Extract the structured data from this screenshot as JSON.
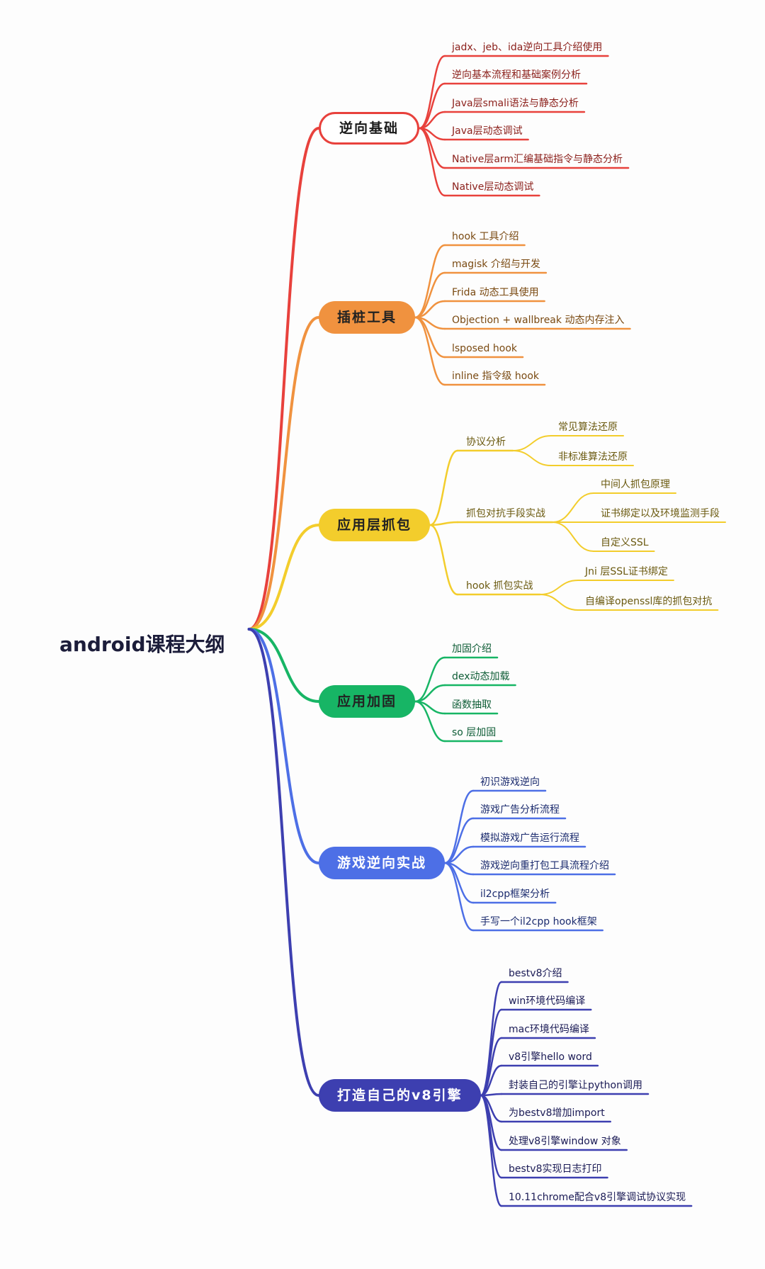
{
  "root": {
    "label": "android课程大纲"
  },
  "branches": [
    {
      "label": "逆向基础",
      "color": "#e8413c",
      "items": [
        "jadx、jeb、ida逆向工具介绍使用",
        "逆向基本流程和基础案例分析",
        "Java层smali语法与静态分析",
        "Java层动态调试",
        "Native层arm汇编基础指令与静态分析",
        "Native层动态调试"
      ]
    },
    {
      "label": "插桩工具",
      "color": "#f0923f",
      "items": [
        "hook 工具介绍",
        "magisk 介绍与开发",
        "Frida 动态工具使用",
        "Objection + wallbreak 动态内存注入",
        "lsposed hook",
        "inline  指令级 hook"
      ]
    },
    {
      "label": "应用层抓包",
      "color": "#f3cd2c",
      "items": [
        {
          "label": "协议分析",
          "children": [
            "常见算法还原",
            "非标准算法还原"
          ]
        },
        {
          "label": "抓包对抗手段实战",
          "children": [
            "中间人抓包原理",
            "证书绑定以及环境监测手段",
            "自定义SSL"
          ]
        },
        {
          "label": "hook 抓包实战",
          "children": [
            "Jni 层SSL证书绑定",
            "自编译openssl库的抓包对抗"
          ]
        }
      ]
    },
    {
      "label": "应用加固",
      "color": "#17b565",
      "items": [
        "加固介绍",
        "dex动态加载",
        "函数抽取",
        "so 层加固"
      ]
    },
    {
      "label": "游戏逆向实战",
      "color": "#4d6fe6",
      "items": [
        "初识游戏逆向",
        "游戏广告分析流程",
        "模拟游戏广告运行流程",
        "游戏逆向重打包工具流程介绍",
        "il2cpp框架分析",
        "手写一个il2cpp hook框架"
      ]
    },
    {
      "label": "打造自己的v8引擎",
      "color": "#3d3fb0",
      "items": [
        "bestv8介绍",
        "win环境代码编译",
        "mac环境代码编译",
        "v8引擎hello word",
        "封装自己的引擎让python调用",
        "为bestv8增加import",
        "处理v8引擎window 对象",
        "bestv8实现日志打印",
        "10.11chrome配合v8引擎调试协议实现"
      ]
    }
  ]
}
